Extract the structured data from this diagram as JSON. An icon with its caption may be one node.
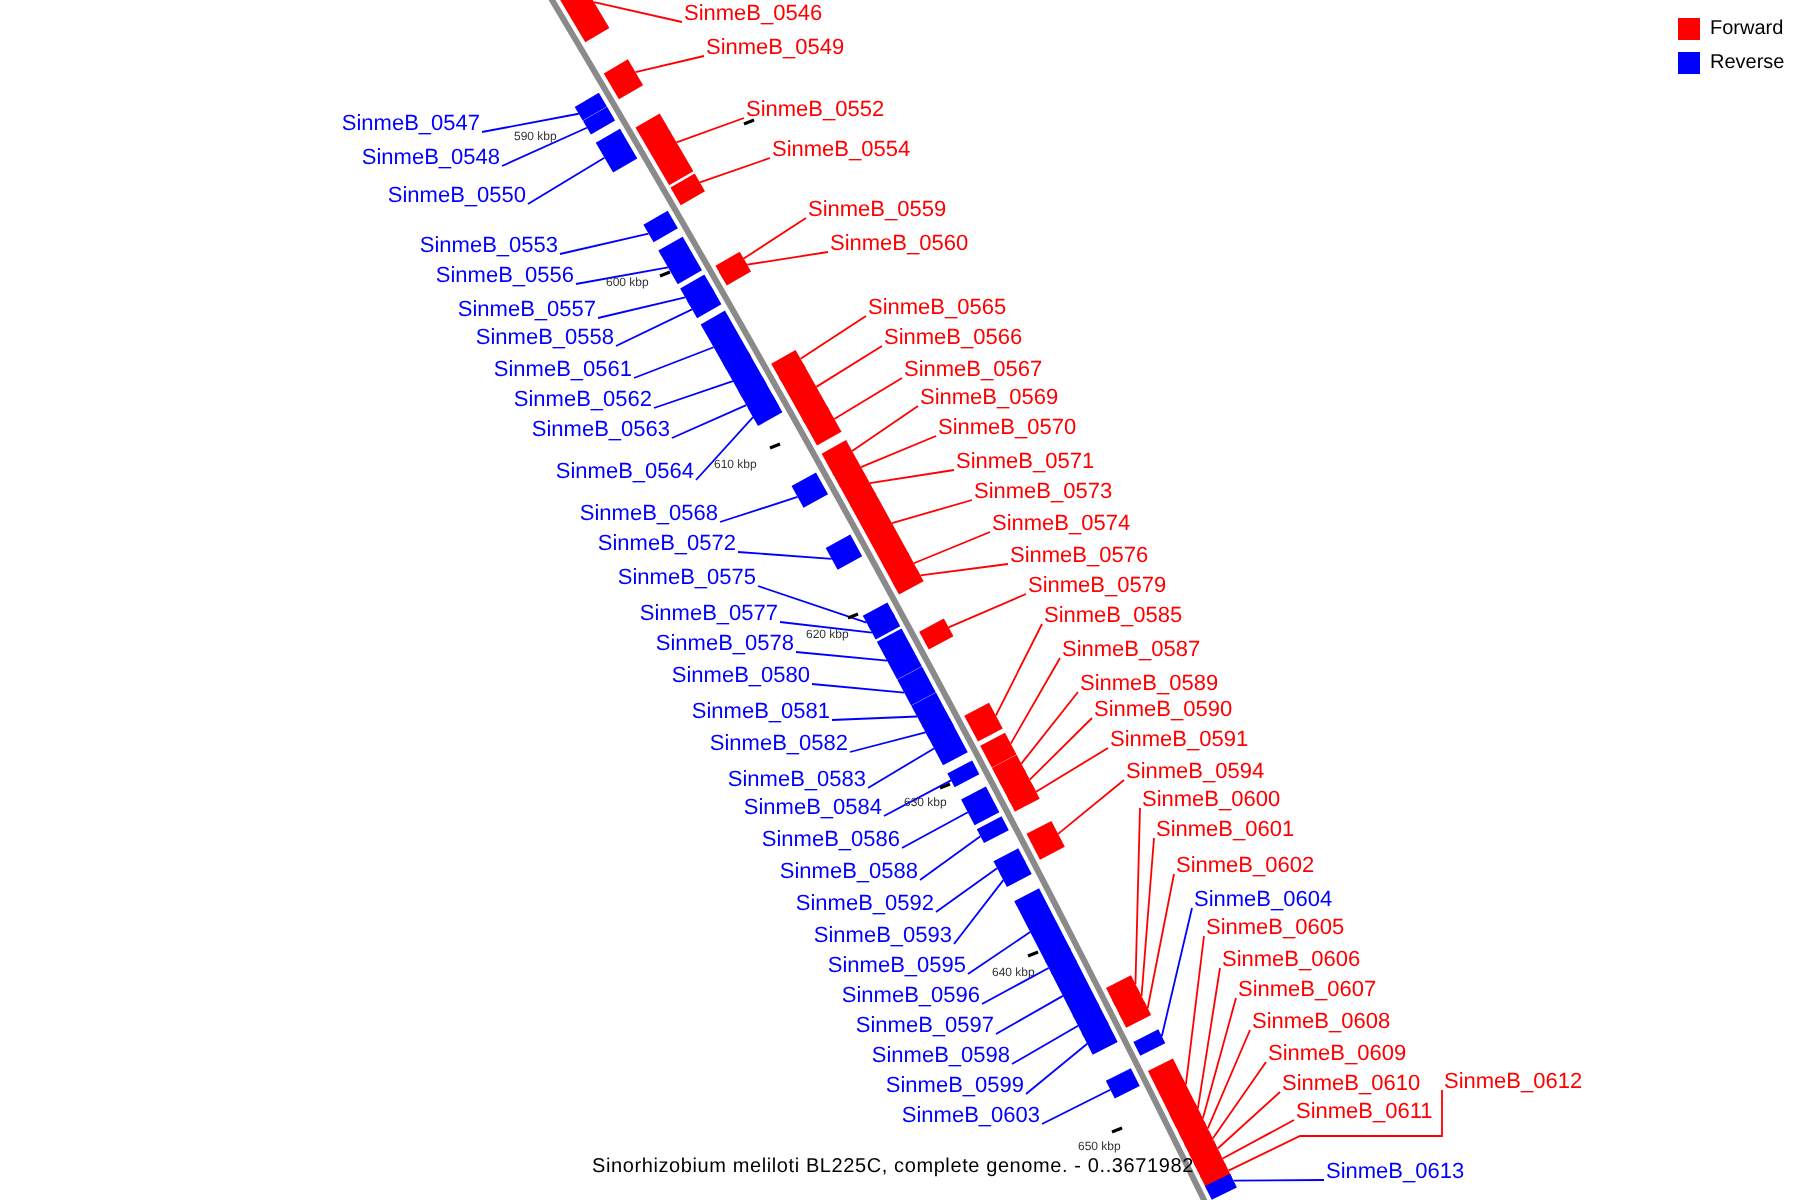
{
  "diagram": {
    "caption": "Sinorhizobium meliloti BL225C, complete genome. - 0..3671982",
    "nodes": [
      {
        "text": [
          "SinmeB_0546"
        ]
      },
      {
        "text": [
          "SinmeB_0547"
        ]
      },
      {
        "text": [
          "SinmeB_0548"
        ]
      },
      {
        "text": [
          "SinmeB_0549"
        ]
      },
      {
        "text": [
          "SinmeB_0550"
        ]
      },
      {
        "text": [
          "SinmeB_0552"
        ]
      },
      {
        "text": [
          "SinmeB_0553"
        ]
      },
      {
        "text": [
          "SinmeB_0554"
        ]
      },
      {
        "text": [
          "SinmeB_0556"
        ]
      },
      {
        "text": [
          "SinmeB_0557"
        ]
      },
      {
        "text": [
          "SinmeB_0558"
        ]
      },
      {
        "text": [
          "SinmeB_0559"
        ]
      },
      {
        "text": [
          "SinmeB_0560"
        ]
      },
      {
        "text": [
          "SinmeB_0561"
        ]
      },
      {
        "text": [
          "SinmeB_0562"
        ]
      },
      {
        "text": [
          "SinmeB_0563"
        ]
      },
      {
        "text": [
          "SinmeB_0564"
        ]
      },
      {
        "text": [
          "SinmeB_0565"
        ]
      },
      {
        "text": [
          "SinmeB_0566"
        ]
      },
      {
        "text": [
          "SinmeB_0567"
        ]
      },
      {
        "text": [
          "SinmeB_0568"
        ]
      },
      {
        "text": [
          "SinmeB_0569"
        ]
      },
      {
        "text": [
          "SinmeB_0570"
        ]
      },
      {
        "text": [
          "SinmeB_0571"
        ]
      },
      {
        "text": [
          "SinmeB_0572"
        ]
      },
      {
        "text": [
          "SinmeB_0573"
        ]
      },
      {
        "text": [
          "SinmeB_0574"
        ]
      },
      {
        "text": [
          "SinmeB_0575"
        ]
      },
      {
        "text": [
          "SinmeB_0576"
        ]
      },
      {
        "text": [
          "SinmeB_0577"
        ]
      },
      {
        "text": [
          "SinmeB_0578"
        ]
      },
      {
        "text": [
          "SinmeB_0579"
        ]
      },
      {
        "text": [
          "SinmeB_0580"
        ]
      },
      {
        "text": [
          "SinmeB_0581"
        ]
      },
      {
        "text": [
          "SinmeB_0582"
        ]
      },
      {
        "text": [
          "SinmeB_0583"
        ]
      },
      {
        "text": [
          "SinmeB_0584"
        ]
      },
      {
        "text": [
          "SinmeB_0585"
        ]
      },
      {
        "text": [
          "SinmeB_0586"
        ]
      },
      {
        "text": [
          "SinmeB_0587"
        ]
      },
      {
        "text": [
          "SinmeB_0588"
        ]
      },
      {
        "text": [
          "SinmeB_0589"
        ]
      },
      {
        "text": [
          "SinmeB_0590"
        ]
      },
      {
        "text": [
          "SinmeB_0591"
        ]
      },
      {
        "text": [
          "SinmeB_0592"
        ]
      },
      {
        "text": [
          "SinmeB_0593"
        ]
      },
      {
        "text": [
          "SinmeB_0594"
        ]
      },
      {
        "text": [
          "SinmeB_0595"
        ]
      },
      {
        "text": [
          "SinmeB_0596"
        ]
      },
      {
        "text": [
          "SinmeB_0597"
        ]
      },
      {
        "text": [
          "SinmeB_0598"
        ]
      },
      {
        "text": [
          "SinmeB_0599"
        ]
      },
      {
        "text": [
          "SinmeB_0600"
        ]
      },
      {
        "text": [
          "SinmeB_0601"
        ]
      },
      {
        "text": [
          "SinmeB_0602"
        ]
      },
      {
        "text": [
          "SinmeB_0603"
        ]
      },
      {
        "text": [
          "SinmeB_0604"
        ]
      },
      {
        "text": [
          "SinmeB_0605"
        ]
      },
      {
        "text": [
          "SinmeB_0606"
        ]
      },
      {
        "text": [
          "SinmeB_0607"
        ]
      },
      {
        "text": [
          "SinmeB_0608"
        ]
      },
      {
        "text": [
          "SinmeB_0609"
        ]
      },
      {
        "text": [
          "SinmeB_0610"
        ]
      },
      {
        "text": [
          "SinmeB_0611"
        ]
      },
      {
        "text": [
          "SinmeB_0612"
        ]
      },
      {
        "text": [
          "SinmeB_0613"
        ]
      },
      {
        "text": [],
        "shape": "box"
      },
      {
        "text": [],
        "shape": "box"
      },
      {
        "text": [],
        "shape": "box"
      },
      {
        "text": [],
        "shape": "box"
      },
      {
        "text": [],
        "shape": "box"
      },
      {
        "text": [],
        "shape": "box"
      },
      {
        "text": [],
        "shape": "box"
      },
      {
        "text": [],
        "shape": "box"
      },
      {
        "text": [],
        "shape": "box"
      },
      {
        "text": [],
        "shape": "box"
      },
      {
        "text": [],
        "shape": "box"
      },
      {
        "text": [],
        "shape": "box"
      },
      {
        "text": [],
        "shape": "box"
      },
      {
        "text": [],
        "shape": "box"
      },
      {
        "text": [],
        "shape": "box"
      },
      {
        "text": [],
        "shape": "box"
      },
      {
        "text": [],
        "shape": "box"
      },
      {
        "text": [],
        "shape": "box"
      },
      {
        "text": [],
        "shape": "box"
      },
      {
        "text": [],
        "shape": "box"
      },
      {
        "text": [],
        "shape": "box"
      },
      {
        "text": [],
        "shape": "box"
      },
      {
        "text": [],
        "shape": "box"
      },
      {
        "text": [],
        "shape": "box"
      },
      {
        "text": [],
        "shape": "box"
      },
      {
        "text": [],
        "shape": "box"
      },
      {
        "text": [],
        "shape": "box"
      },
      {
        "text": [],
        "shape": "box"
      },
      {
        "text": [],
        "shape": "box"
      },
      {
        "text": [],
        "shape": "box"
      },
      {
        "text": [],
        "shape": "box"
      },
      {
        "text": [],
        "shape": "box"
      },
      {
        "text": [],
        "shape": "box"
      },
      {
        "text": [],
        "shape": "box"
      },
      {
        "text": [],
        "shape": "box"
      },
      {
        "text": [],
        "shape": "box"
      },
      {
        "text": [],
        "shape": "box"
      },
      {
        "text": [],
        "shape": "box"
      },
      {
        "text": [],
        "shape": "box"
      },
      {
        "text": [],
        "shape": "box"
      },
      {
        "text": [],
        "shape": "box"
      },
      {
        "text": [],
        "shape": "box"
      },
      {
        "text": [],
        "shape": "box"
      },
      {
        "text": [],
        "shape": "box"
      },
      {
        "text": [],
        "shape": "box"
      },
      {
        "text": [],
        "shape": "box"
      },
      {
        "text": [],
        "shape": "box"
      },
      {
        "text": [],
        "shape": "box"
      },
      {
        "text": [],
        "shape": "box"
      },
      {
        "text": [],
        "shape": "box"
      },
      {
        "text": [],
        "shape": "box"
      },
      {
        "text": [],
        "shape": "box"
      },
      {
        "text": [],
        "shape": "box"
      },
      {
        "text": [],
        "shape": "box"
      },
      {
        "text": [],
        "shape": "box"
      },
      {
        "text": [],
        "shape": "box"
      },
      {
        "text": [],
        "shape": "box"
      },
      {
        "text": [],
        "shape": "box"
      },
      {
        "text": [],
        "shape": "box"
      },
      {
        "text": [],
        "shape": "box"
      },
      {
        "text": [],
        "shape": "box"
      },
      {
        "text": [],
        "shape": "box"
      },
      {
        "text": [],
        "shape": "box"
      },
      {
        "text": [],
        "shape": "box"
      },
      {
        "text": [],
        "shape": "box"
      },
      {
        "text": [],
        "shape": "box"
      }
    ],
    "edges": [
      {
        "from": 0,
        "to": 66,
        "arrow": "none",
        "color": "#ff0000"
      },
      {
        "from": 1,
        "to": 67,
        "arrow": "none",
        "color": "#0000ff"
      },
      {
        "from": 2,
        "to": 68,
        "arrow": "none",
        "color": "#0000ff"
      },
      {
        "from": 3,
        "to": 69,
        "arrow": "none",
        "color": "#ff0000"
      },
      {
        "from": 4,
        "to": 70,
        "arrow": "none",
        "color": "#0000ff"
      },
      {
        "from": 5,
        "to": 71,
        "arrow": "none",
        "color": "#ff0000"
      },
      {
        "from": 6,
        "to": 72,
        "arrow": "none",
        "color": "#0000ff"
      },
      {
        "from": 7,
        "to": 73,
        "arrow": "none",
        "color": "#ff0000"
      },
      {
        "from": 8,
        "to": 74,
        "arrow": "none",
        "color": "#0000ff"
      },
      {
        "from": 9,
        "to": 75,
        "arrow": "none",
        "color": "#0000ff"
      },
      {
        "from": 10,
        "to": 76,
        "arrow": "none",
        "color": "#0000ff"
      },
      {
        "from": 11,
        "to": 77,
        "arrow": "none",
        "color": "#ff0000"
      },
      {
        "from": 12,
        "to": 78,
        "arrow": "none",
        "color": "#ff0000"
      },
      {
        "from": 13,
        "to": 79,
        "arrow": "none",
        "color": "#0000ff"
      },
      {
        "from": 14,
        "to": 80,
        "arrow": "none",
        "color": "#0000ff"
      },
      {
        "from": 15,
        "to": 81,
        "arrow": "none",
        "color": "#0000ff"
      },
      {
        "from": 16,
        "to": 82,
        "arrow": "none",
        "color": "#0000ff"
      },
      {
        "from": 17,
        "to": 83,
        "arrow": "none",
        "color": "#ff0000"
      },
      {
        "from": 18,
        "to": 84,
        "arrow": "none",
        "color": "#ff0000"
      },
      {
        "from": 19,
        "to": 85,
        "arrow": "none",
        "color": "#ff0000"
      },
      {
        "from": 20,
        "to": 86,
        "arrow": "none",
        "color": "#0000ff"
      },
      {
        "from": 21,
        "to": 87,
        "arrow": "none",
        "color": "#ff0000"
      },
      {
        "from": 22,
        "to": 88,
        "arrow": "none",
        "color": "#ff0000"
      },
      {
        "from": 23,
        "to": 89,
        "arrow": "none",
        "color": "#ff0000"
      },
      {
        "from": 24,
        "to": 90,
        "arrow": "none",
        "color": "#0000ff"
      },
      {
        "from": 25,
        "to": 91,
        "arrow": "none",
        "color": "#ff0000"
      },
      {
        "from": 26,
        "to": 92,
        "arrow": "none",
        "color": "#ff0000"
      },
      {
        "from": 27,
        "to": 93,
        "arrow": "none",
        "color": "#0000ff"
      },
      {
        "from": 28,
        "to": 94,
        "arrow": "none",
        "color": "#ff0000"
      },
      {
        "from": 29,
        "to": 95,
        "arrow": "none",
        "color": "#0000ff"
      },
      {
        "from": 30,
        "to": 96,
        "arrow": "none",
        "color": "#0000ff"
      },
      {
        "from": 31,
        "to": 97,
        "arrow": "none",
        "color": "#ff0000"
      },
      {
        "from": 32,
        "to": 98,
        "arrow": "none",
        "color": "#0000ff"
      },
      {
        "from": 33,
        "to": 99,
        "arrow": "none",
        "color": "#0000ff"
      },
      {
        "from": 34,
        "to": 100,
        "arrow": "none",
        "color": "#0000ff"
      },
      {
        "from": 35,
        "to": 101,
        "arrow": "none",
        "color": "#0000ff"
      },
      {
        "from": 36,
        "to": 102,
        "arrow": "none",
        "color": "#0000ff"
      },
      {
        "from": 37,
        "to": 103,
        "arrow": "none",
        "color": "#ff0000"
      },
      {
        "from": 38,
        "to": 104,
        "arrow": "none",
        "color": "#0000ff"
      },
      {
        "from": 39,
        "to": 105,
        "arrow": "none",
        "color": "#ff0000"
      },
      {
        "from": 40,
        "to": 106,
        "arrow": "none",
        "color": "#0000ff"
      },
      {
        "from": 41,
        "to": 107,
        "arrow": "none",
        "color": "#ff0000"
      },
      {
        "from": 42,
        "to": 108,
        "arrow": "none",
        "color": "#ff0000"
      },
      {
        "from": 43,
        "to": 109,
        "arrow": "none",
        "color": "#ff0000"
      },
      {
        "from": 44,
        "to": 110,
        "arrow": "none",
        "color": "#0000ff"
      },
      {
        "from": 45,
        "to": 111,
        "arrow": "none",
        "color": "#0000ff"
      },
      {
        "from": 46,
        "to": 112,
        "arrow": "none",
        "color": "#ff0000"
      },
      {
        "from": 47,
        "to": 113,
        "arrow": "none",
        "color": "#0000ff"
      },
      {
        "from": 48,
        "to": 114,
        "arrow": "none",
        "color": "#0000ff"
      },
      {
        "from": 49,
        "to": 115,
        "arrow": "none",
        "color": "#0000ff"
      },
      {
        "from": 50,
        "to": 116,
        "arrow": "none",
        "color": "#0000ff"
      },
      {
        "from": 51,
        "to": 117,
        "arrow": "none",
        "color": "#0000ff"
      },
      {
        "from": 52,
        "to": 118,
        "arrow": "none",
        "color": "#ff0000"
      },
      {
        "from": 53,
        "to": 119,
        "arrow": "none",
        "color": "#ff0000"
      },
      {
        "from": 54,
        "to": 120,
        "arrow": "none",
        "color": "#ff0000"
      },
      {
        "from": 55,
        "to": 121,
        "arrow": "none",
        "color": "#0000ff"
      },
      {
        "from": 56,
        "to": 122,
        "arrow": "none",
        "color": "#0000ff"
      },
      {
        "from": 57,
        "to": 123,
        "arrow": "none",
        "color": "#ff0000"
      },
      {
        "from": 58,
        "to": 124,
        "arrow": "none",
        "color": "#ff0000"
      },
      {
        "from": 59,
        "to": 125,
        "arrow": "none",
        "color": "#ff0000"
      },
      {
        "from": 60,
        "to": 126,
        "arrow": "none",
        "color": "#ff0000"
      },
      {
        "from": 61,
        "to": 127,
        "arrow": "none",
        "color": "#ff0000"
      },
      {
        "from": 62,
        "to": 128,
        "arrow": "none",
        "color": "#ff0000"
      },
      {
        "from": 63,
        "to": 129,
        "arrow": "none",
        "color": "#ff0000"
      },
      {
        "from": 64,
        "to": 130,
        "arrow": "none",
        "color": "#ff0000"
      },
      {
        "from": 65,
        "to": 131,
        "arrow": "none",
        "color": "#0000ff"
      }
    ],
    "labels": [
      "590 kbp",
      "600 kbp",
      "610 kbp",
      "620 kbp",
      "630 kbp",
      "640 kbp",
      "650 kbp"
    ],
    "legend": [
      {
        "text": "Forward",
        "color": "#ff0000"
      },
      {
        "text": "Reverse",
        "color": "#0000ff"
      }
    ]
  }
}
